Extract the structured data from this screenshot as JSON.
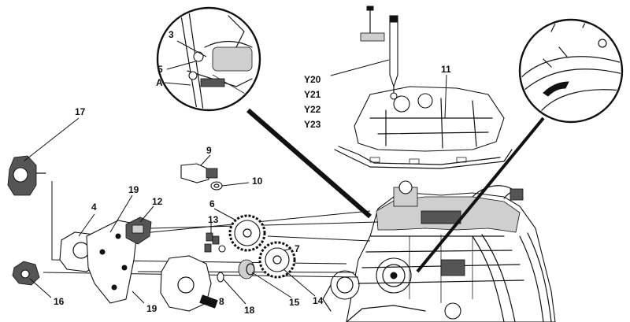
{
  "callouts": {
    "c3": "3",
    "c5": "5",
    "cA": "A",
    "c17": "17",
    "c4": "4",
    "c19a": "19",
    "c12": "12",
    "c9": "9",
    "c10": "10",
    "c6": "6",
    "c13": "13",
    "c7": "7",
    "c16": "16",
    "c19b": "19",
    "c8": "8",
    "c18": "18",
    "c15": "15",
    "c14": "14",
    "c11": "11",
    "y20": "Y20",
    "y21": "Y21",
    "y22": "Y22",
    "y23": "Y23"
  }
}
